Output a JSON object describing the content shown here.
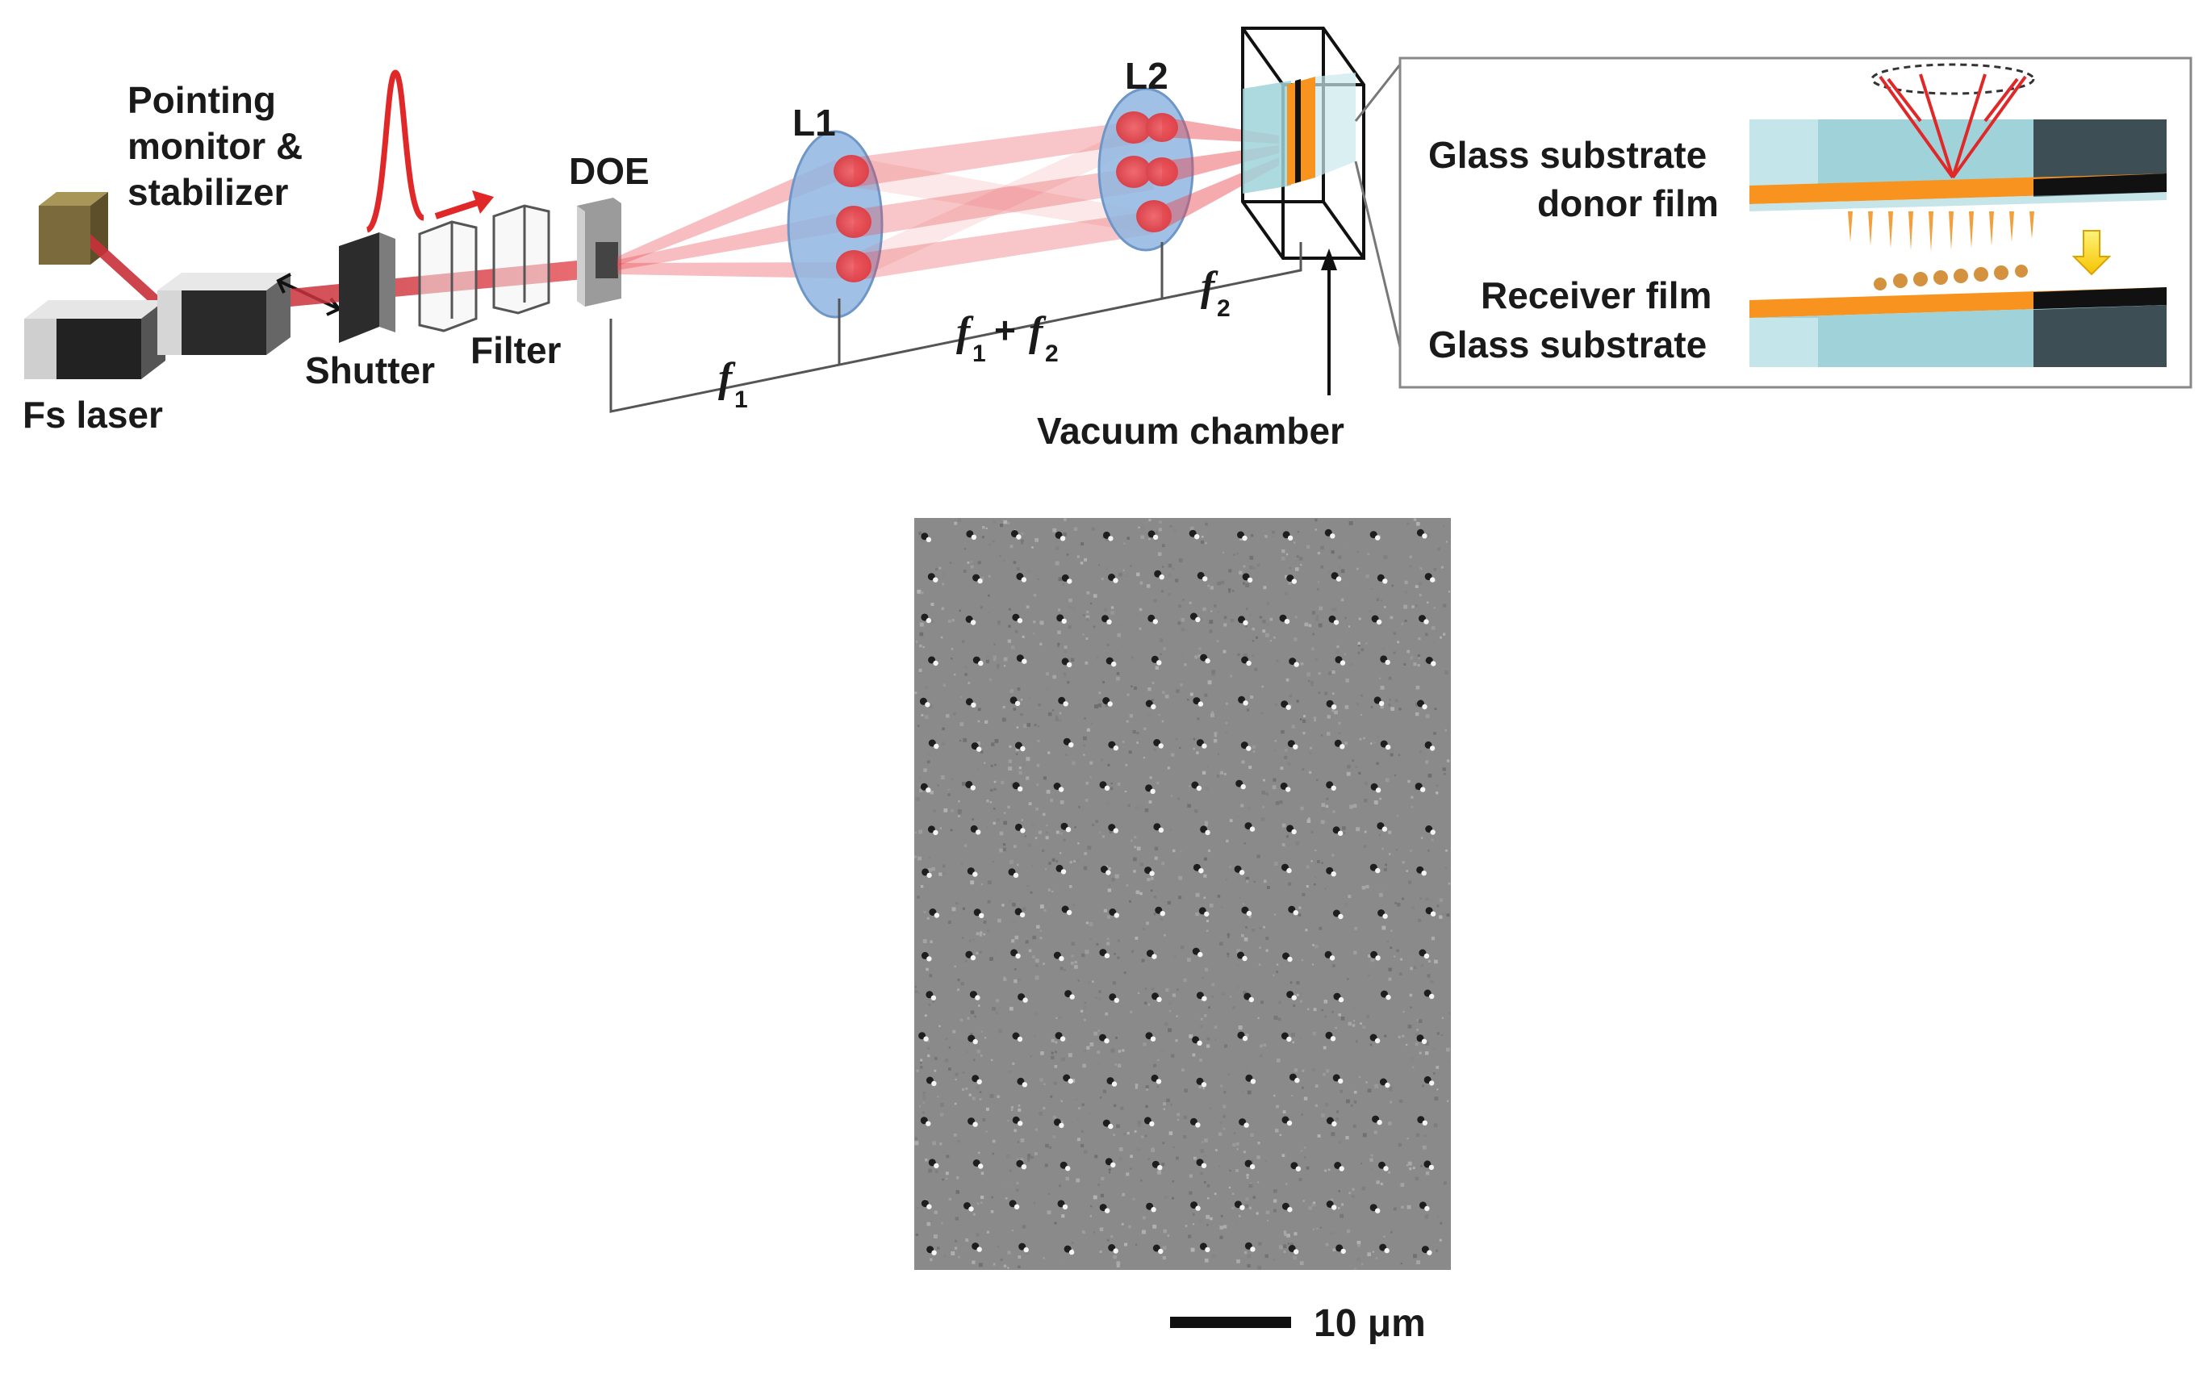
{
  "labels": {
    "pointing_line1": "Pointing",
    "pointing_line2": "monitor &",
    "pointing_line3": "stabilizer",
    "fs_laser": "Fs laser",
    "shutter": "Shutter",
    "filter": "Filter",
    "doe": "DOE",
    "l1": "L1",
    "l2": "L2",
    "vacuum_chamber": "Vacuum chamber",
    "f1": "f",
    "f1_sub": "1",
    "f12_a": "f",
    "f12_a_sub": "1",
    "f12_plus": "+",
    "f12_b": "f",
    "f12_b_sub": "2",
    "f2": "f",
    "f2_sub": "2"
  },
  "inset": {
    "glass_substrate_top": "Glass substrate",
    "donor_film": "donor film",
    "receiver_film": "Receiver film",
    "glass_substrate_bottom": "Glass substrate"
  },
  "scale_bar": {
    "label": "10 μm"
  },
  "colors": {
    "beam": "#e8424a",
    "lens": "#8fb6e0",
    "donor": "#f7931e",
    "glass": "#9fd3d9",
    "sem_bg": "#8a8a8a"
  }
}
